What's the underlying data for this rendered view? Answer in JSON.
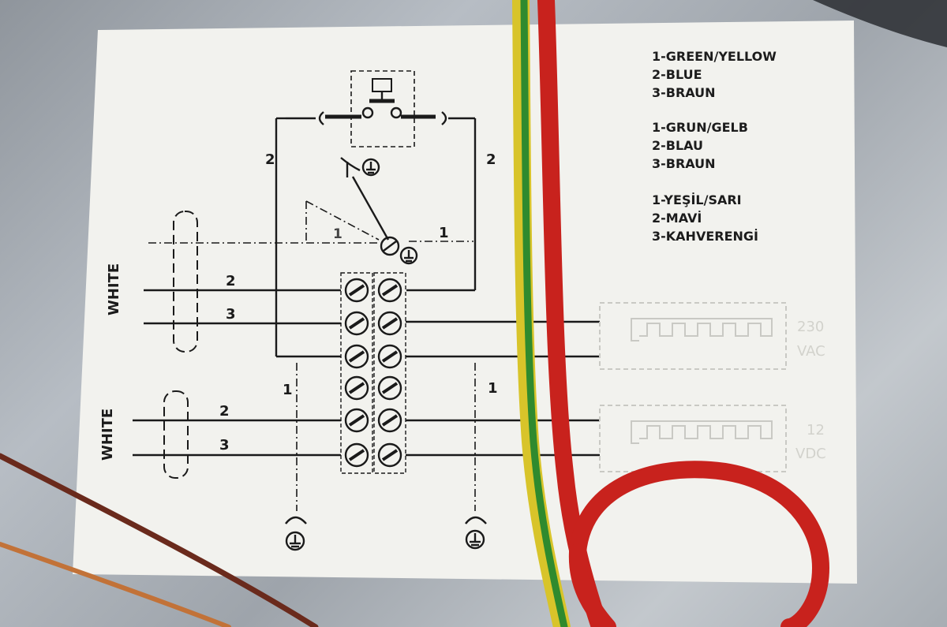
{
  "legend": {
    "english": [
      "1-GREEN/YELLOW",
      "2-BLUE",
      "3-BRAUN"
    ],
    "german": [
      "1-GRUN/GELB",
      "2-BLAU",
      "3-BRAUN"
    ],
    "turkish": [
      "1-YEŞİL/SARI",
      "2-MAVİ",
      "3-KAHVERENGİ"
    ]
  },
  "cables": {
    "top_label": "WHITE",
    "bottom_label": "WHITE"
  },
  "wire_numbers": {
    "left_top": "2",
    "right_top": "2",
    "dash_left": "1",
    "dash_right": "1",
    "cable1_wire2": "2",
    "cable1_wire3": "3",
    "cable2_wire2": "2",
    "cable2_wire3": "3",
    "earth_left": "1",
    "earth_right": "1"
  },
  "loads": {
    "ac_voltage": "230",
    "ac_unit": "VAC",
    "dc_voltage": "12",
    "dc_unit": "VDC"
  },
  "colors": {
    "label_paper": "#f2f2ee",
    "ink": "#1a1a1a",
    "wire_red": "#c8221d",
    "wire_green": "#2f8a2e",
    "wire_yellow": "#d8c42a",
    "wire_brown": "#6a2a1c"
  }
}
